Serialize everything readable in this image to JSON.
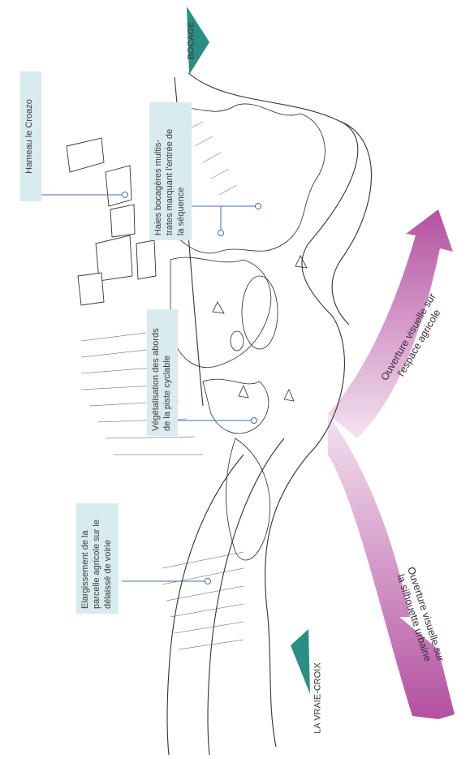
{
  "callouts": {
    "hameau": "Hameau le Croazo",
    "haies": "Haies bocagères multis-\ntrates marquant l'entrée de\nla séquence",
    "vegetalisation": "Végétalisation des abords\nde la piste cyclable",
    "elargissement": "Elargissement de la\nparcelle agricole sur le\ndélaissé de voirie"
  },
  "places": {
    "bocage": "BOCAGE",
    "vraie_croix": "LA VRAIE-CROIX"
  },
  "arrows": {
    "agricole": "Ouverture visuelle sur\nl'espace agricole",
    "urbaine": "Ouverture visuelle sur\nla silhouette urbaine"
  },
  "colors": {
    "teal": "#2a8f82",
    "magenta": "#b0479c",
    "magenta_light": "#ecd2e6",
    "callout_bg": "#d8ebee",
    "line_blue": "#3f6fb0"
  }
}
